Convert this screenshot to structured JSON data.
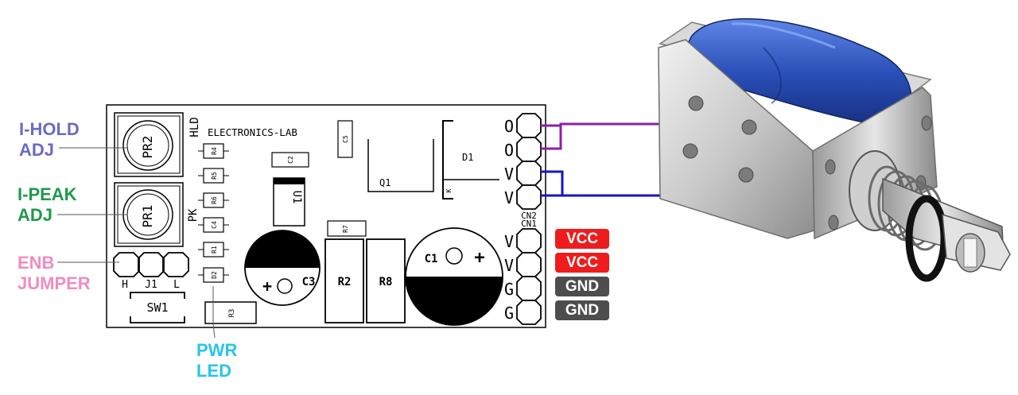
{
  "labels": {
    "ihold": {
      "line1": "I-HOLD",
      "line2": "ADJ",
      "color": "#6b6bc4"
    },
    "ipeak": {
      "line1": "I-PEAK",
      "line2": "ADJ",
      "color": "#1e9a4a"
    },
    "enb": {
      "line1": "ENB",
      "line2": "JUMPER",
      "color": "#f08cc0"
    },
    "pwr": {
      "line1": "PWR",
      "line2": "LED",
      "color": "#27c4ea"
    }
  },
  "badges": [
    {
      "text": "VCC",
      "color": "#ee1c1c"
    },
    {
      "text": "VCC",
      "color": "#ee1c1c"
    },
    {
      "text": "GND",
      "color": "#4d4d4d"
    },
    {
      "text": "GND",
      "color": "#4d4d4d"
    }
  ],
  "pcb": {
    "brand": "ELECTRONICS-LAB",
    "pr2": "PR2",
    "pr1": "PR1",
    "hld": "HLD",
    "pk": "PK",
    "r4": "R4",
    "r5": "R5",
    "r6": "R6",
    "c4": "C4",
    "r1": "R1",
    "d2": "D2",
    "r3": "R3",
    "c5": "C5",
    "c2": "C2",
    "u1": "U1",
    "q1": "Q1",
    "d1": "D1",
    "k": "K",
    "r7": "R7",
    "r2": "R2",
    "r8": "R8",
    "c3": "C3",
    "c1": "C1",
    "j1": "J1",
    "h": "H",
    "l": "L",
    "sw1": "SW1",
    "cn2": "CN2",
    "cn1": "CN1",
    "cn2_pins": [
      "O",
      "O",
      "V",
      "V"
    ],
    "cn1_pins": [
      "V",
      "V",
      "G",
      "G"
    ],
    "plus": "+"
  },
  "wires": {
    "purple": "#8a1fae",
    "blue": "#1515c8"
  },
  "solenoid": {
    "body_color": "#2a4fb8"
  }
}
